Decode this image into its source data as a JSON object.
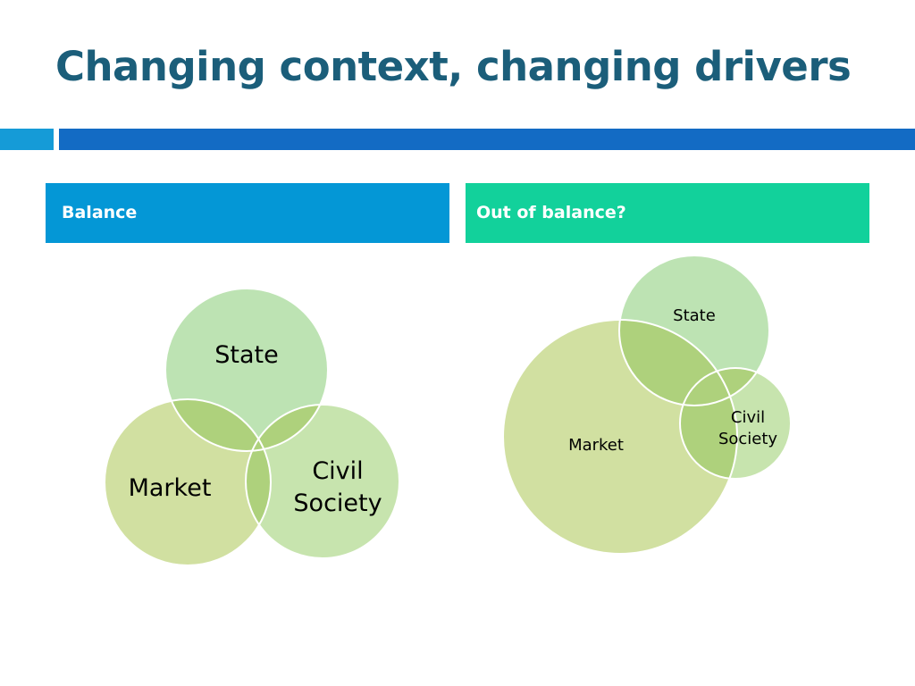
{
  "title": "Changing context, changing drivers",
  "colors": {
    "title": "#1b5e7a",
    "bar_left": "#159bd7",
    "bar_right": "#136bc4",
    "header_balance": "#0497d6",
    "header_out_of_balance": "#12d19b",
    "circle_state": "#bde3b3",
    "circle_market": "#d1e0a1",
    "circle_civil_society": "#c7e4ae",
    "overlap": "#aed17c",
    "circle_stroke": "#ffffff"
  },
  "panels": {
    "balance": {
      "header": "Balance",
      "state_label": "State",
      "market_label": "Market",
      "civil_society_label_line1": "Civil",
      "civil_society_label_line2": "Society"
    },
    "out_of_balance": {
      "header": "Out of balance?",
      "state_label": "State",
      "market_label": "Market",
      "civil_society_label_line1": "Civil",
      "civil_society_label_line2": "Society"
    }
  }
}
